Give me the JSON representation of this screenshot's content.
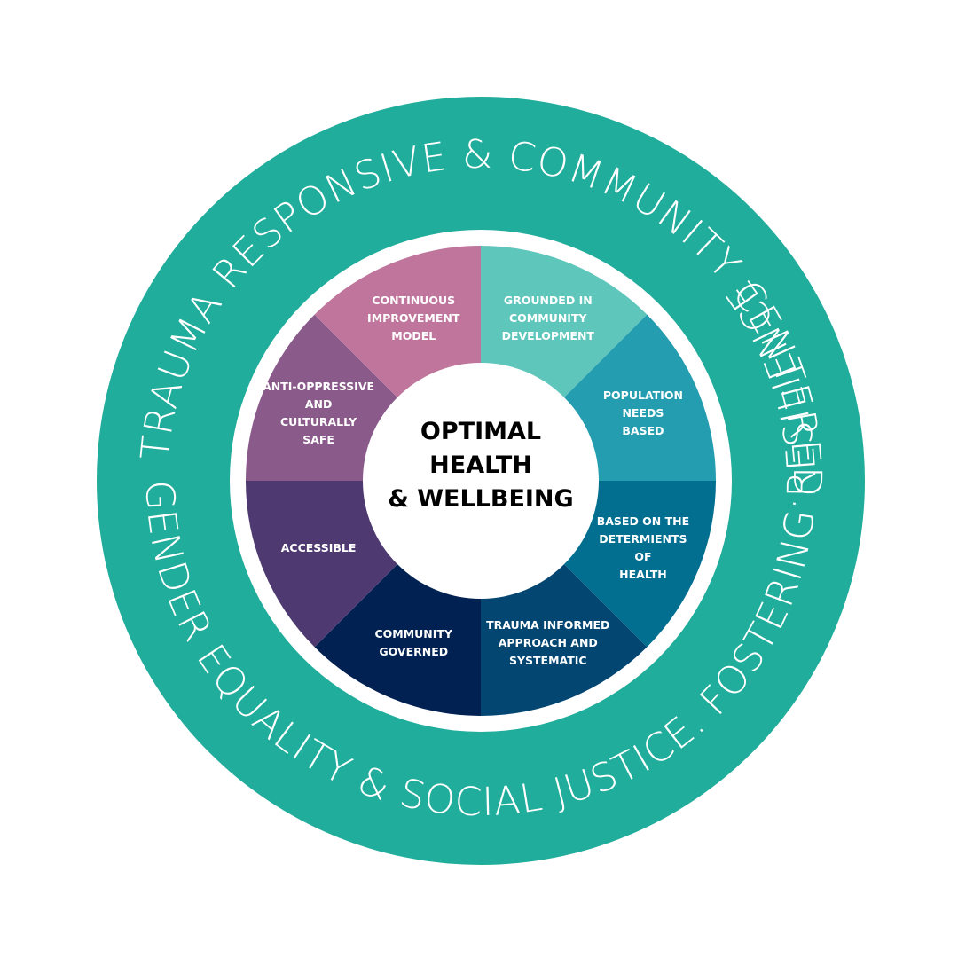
{
  "outer_ring": {
    "color": "#20ad9b",
    "top_text": "TRAUMA RESPONSIVE & COMMUNITY CENTERED.",
    "separator": "·",
    "bottom_text": "GENDER EQUALITY & SOCIAL JUSTICE. FOSTERING RESILIENCE"
  },
  "center": {
    "lines": [
      "OPTIMAL",
      "HEALTH",
      "& WELLBEING"
    ]
  },
  "segments": [
    {
      "lines": [
        "GROUNDED IN",
        "COMMUNITY",
        "DEVELOPMENT"
      ],
      "color": "#5ec6bb"
    },
    {
      "lines": [
        "POPULATION",
        "NEEDS",
        "BASED"
      ],
      "color": "#239daf"
    },
    {
      "lines": [
        "BASED ON THE",
        "DETERMIENTS",
        "OF",
        "HEALTH"
      ],
      "color": "#026f91"
    },
    {
      "lines": [
        "TRAUMA INFORMED",
        "APPROACH AND",
        "SYSTEMATIC"
      ],
      "color": "#034672"
    },
    {
      "lines": [
        "COMMUNITY",
        "GOVERNED"
      ],
      "color": "#012152"
    },
    {
      "lines": [
        "ACCESSIBLE"
      ],
      "color": "#4e3a70"
    },
    {
      "lines": [
        "ANTI-OPPRESSIVE",
        "AND",
        "CULTURALLY",
        "SAFE"
      ],
      "color": "#8a5a8a"
    },
    {
      "lines": [
        "CONTINUOUS",
        "IMPROVEMENT",
        "MODEL"
      ],
      "color": "#c0769c"
    }
  ]
}
